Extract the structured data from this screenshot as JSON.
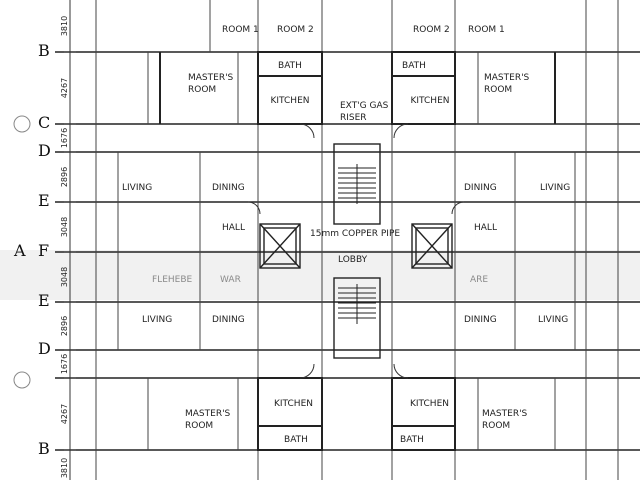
{
  "plan": {
    "grid_labels": {
      "b_top": "B",
      "c_top": "C",
      "d_top": "D",
      "e_top": "E",
      "f": "F",
      "e_bottom": "E",
      "d_bottom": "D",
      "b_bottom": "B",
      "a_side": "A"
    },
    "dimensions": {
      "d3810_top": "3810",
      "d4267_top": "4267",
      "d1676_top": "1676",
      "d2896_top": "2896",
      "d3048_top": "3048",
      "d3048_bottom": "3048",
      "d2896_bottom": "2896",
      "d1676_bottom": "1676",
      "d4267_bottom": "4267",
      "d3810_bottom": "3810"
    },
    "rooms": {
      "room1_left": "ROOM 1",
      "room2_left": "ROOM 2",
      "room2_right": "ROOM 2",
      "room1_right": "ROOM 1",
      "bath_tl": "BATH",
      "bath_tr": "BATH",
      "master_tl_1": "MASTER'S",
      "master_tl_2": "ROOM",
      "master_tr_1": "MASTER'S",
      "master_tr_2": "ROOM",
      "kitchen_tl": "KITCHEN",
      "kitchen_tr": "KITCHEN",
      "gas_riser_1": "EXT'G GAS",
      "gas_riser_2": "RISER",
      "living_tl": "LIVING",
      "dining_tl": "DINING",
      "dining_tr": "DINING",
      "living_tr": "LIVING",
      "hall_left": "HALL",
      "hall_right": "HALL",
      "copper_pipe": "15mm COPPER PIPE",
      "lobby": "LOBBY",
      "faded_left_a": "FLEHEBE",
      "faded_left_b": "WAR",
      "faded_right": "ARE",
      "living_bl": "LIVING",
      "dining_bl": "DINING",
      "dining_br": "DINING",
      "living_br": "LIVING",
      "kitchen_bl": "KITCHEN",
      "kitchen_br": "KITCHEN",
      "master_bl_1": "MASTER'S",
      "master_bl_2": "ROOM",
      "master_br_1": "MASTER'S",
      "master_br_2": "ROOM",
      "bath_bl": "BATH",
      "bath_br": "BATH"
    }
  }
}
